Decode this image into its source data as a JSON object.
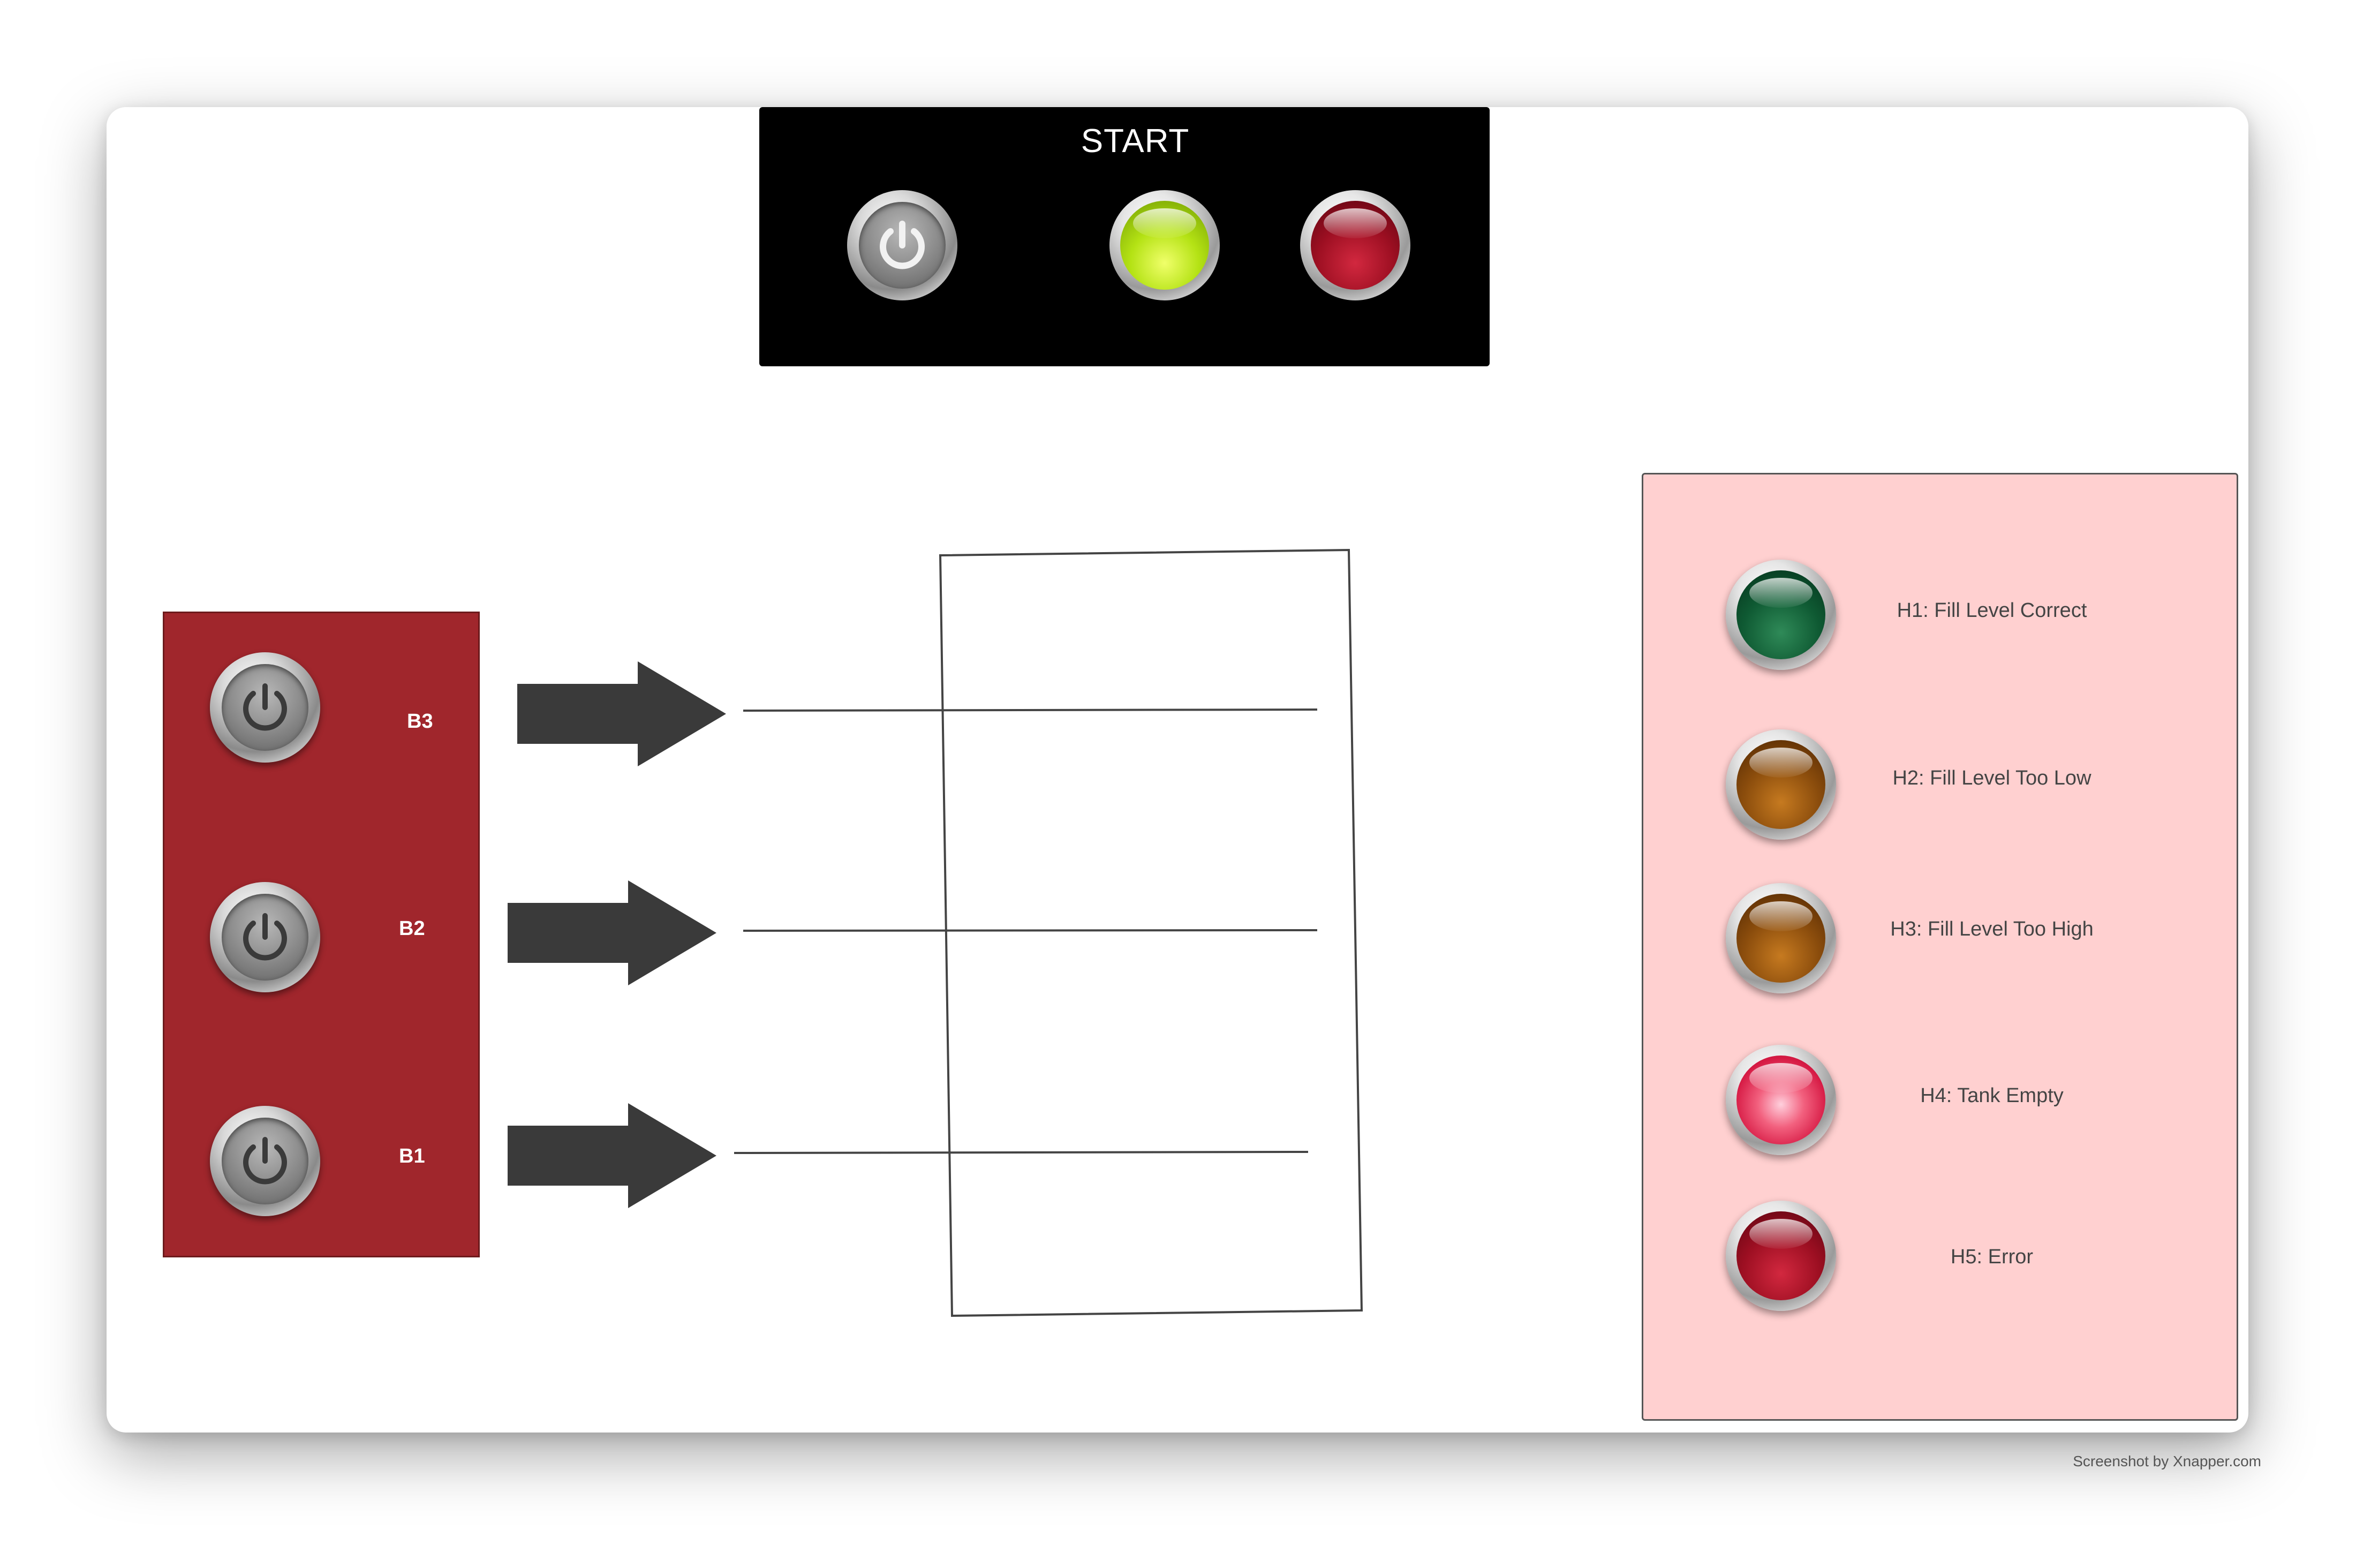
{
  "start_panel": {
    "title": "START",
    "power_button_icon": "power-icon",
    "lamps": [
      {
        "name": "run-lamp",
        "color": "#b4e214"
      },
      {
        "name": "stop-lamp",
        "color": "#9d0f22"
      }
    ]
  },
  "sensors": [
    {
      "label": "B3"
    },
    {
      "label": "B2"
    },
    {
      "label": "B1"
    }
  ],
  "indicators": [
    {
      "label": "H1: Fill Level Correct",
      "color": "#0f5a33"
    },
    {
      "label": "H2: Fill Level Too Low",
      "color": "#8a4c0c"
    },
    {
      "label": "H3: Fill Level Too High",
      "color": "#8a4c0c"
    },
    {
      "label": "H4: Tank Empty",
      "color": "#d61a44"
    },
    {
      "label": "H5: Error",
      "color": "#9d0f22"
    }
  ],
  "colors": {
    "sensor_panel": "#a0262c",
    "indicator_panel": "#ffd0d0",
    "arrow": "#3a3a3a"
  },
  "watermark": "Screenshot by Xnapper.com"
}
